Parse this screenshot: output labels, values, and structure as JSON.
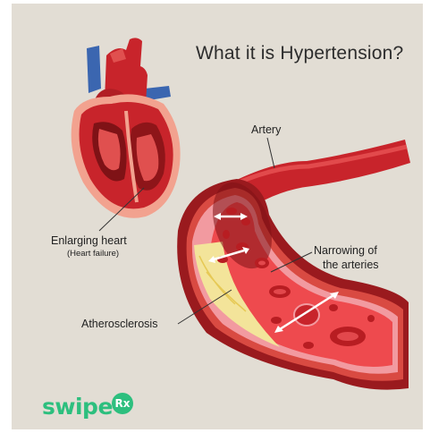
{
  "title": "What it is Hypertension?",
  "labels": {
    "artery": "Artery",
    "enlarging_heart": "Enlarging heart",
    "heart_failure": "(Heart failure)",
    "narrowing_line1": "Narrowing of",
    "narrowing_line2": "the arteries",
    "atherosclerosis": "Atherosclerosis"
  },
  "logo": {
    "word": "swipe",
    "badge": "Rx"
  },
  "colors": {
    "background": "#e2ddd4",
    "artery_red": "#c8242b",
    "artery_dark": "#9a1a1e",
    "lumen": "#ee4a4e",
    "plaque": "#f3e49a",
    "vein_blue": "#3b66b0",
    "brand_green": "#2dbf7e"
  },
  "icons": [
    "heart-illustration",
    "artery-illustration",
    "red-blood-cell",
    "double-arrow"
  ]
}
